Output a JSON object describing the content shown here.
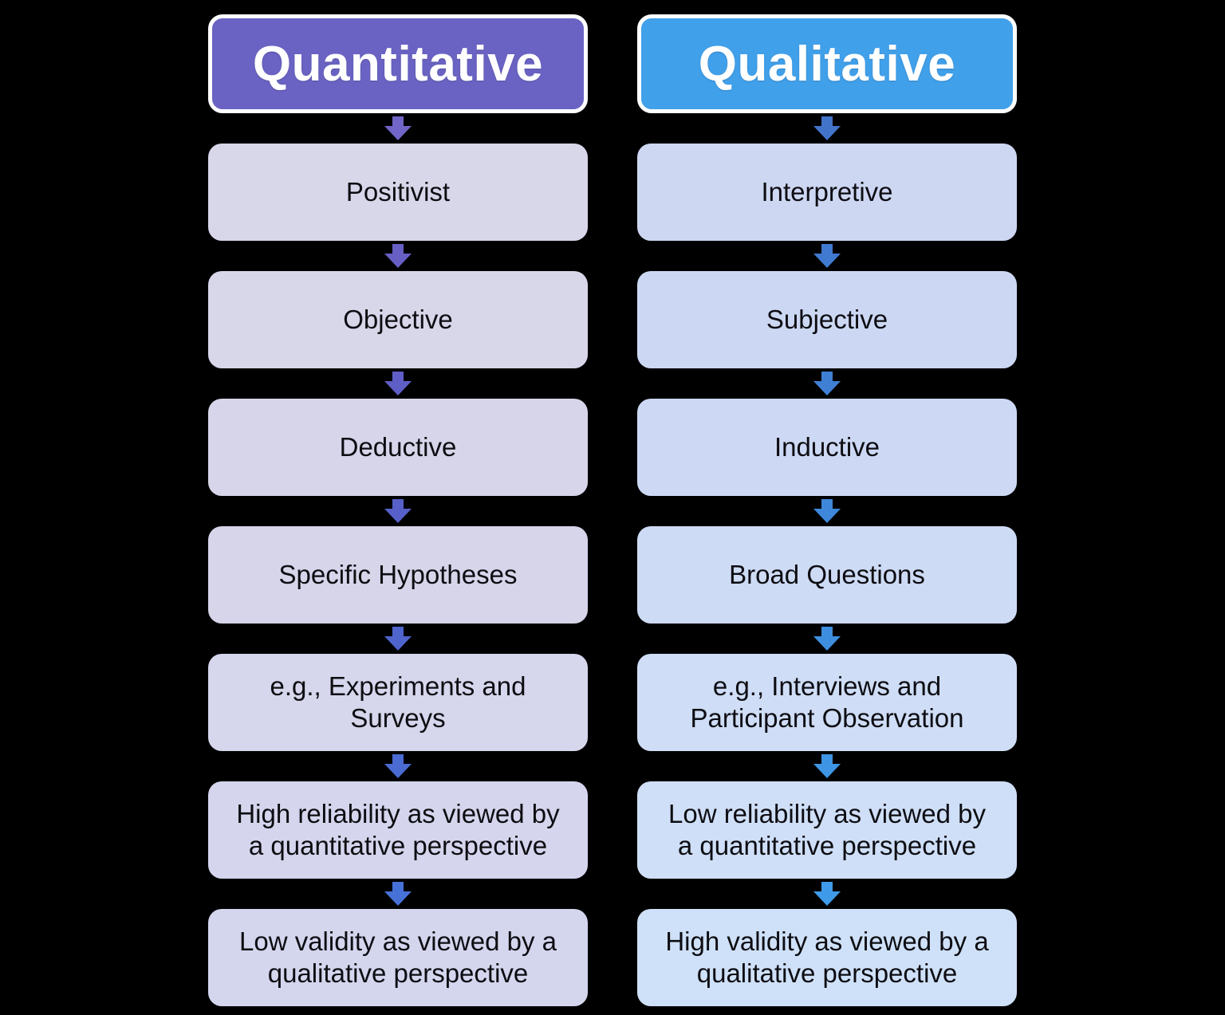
{
  "diagram": {
    "background": "#000000",
    "columns": [
      {
        "id": "quantitative",
        "header": {
          "label": "Quantitative",
          "fill": "#6A63C3",
          "text_color": "#FFFFFF"
        },
        "arrow_colors": [
          "#7166C7",
          "#685FC4",
          "#5F5EC6",
          "#5760C8",
          "#5064CD",
          "#4A6BD2",
          "#4672D8"
        ],
        "boxes": [
          {
            "label": "Positivist",
            "fill": "#D8D6E9"
          },
          {
            "label": "Objective",
            "fill": "#D8D6E9"
          },
          {
            "label": "Deductive",
            "fill": "#D7D5E9"
          },
          {
            "label": "Specific Hypotheses",
            "fill": "#D6D5EA"
          },
          {
            "label": "e.g., Experiments and Surveys",
            "fill": "#D6D6EC"
          },
          {
            "label": "High reliability as viewed by a quantitative perspective",
            "fill": "#D5D6ED"
          },
          {
            "label": "Low validity as viewed by a qualitative perspective",
            "fill": "#D4D6EE"
          }
        ]
      },
      {
        "id": "qualitative",
        "header": {
          "label": "Qualitative",
          "fill": "#41A0EA",
          "text_color": "#FFFFFF"
        },
        "arrow_colors": [
          "#4274CA",
          "#407AD0",
          "#3F80D5",
          "#3E87DA",
          "#3E8EDF",
          "#3E95E4",
          "#3F9BE9"
        ],
        "boxes": [
          {
            "label": "Interpretive",
            "fill": "#CDD7F2"
          },
          {
            "label": "Subjective",
            "fill": "#CCD8F3"
          },
          {
            "label": "Inductive",
            "fill": "#CDD9F4"
          },
          {
            "label": "Broad Questions",
            "fill": "#CEDBF5"
          },
          {
            "label": "e.g., Interviews and Participant Observation",
            "fill": "#CFDDF6"
          },
          {
            "label": "Low reliability as viewed by a quantitative perspective",
            "fill": "#CFDFF7"
          },
          {
            "label": "High validity as viewed by a qualitative perspective",
            "fill": "#CFE1F8"
          }
        ]
      }
    ]
  }
}
